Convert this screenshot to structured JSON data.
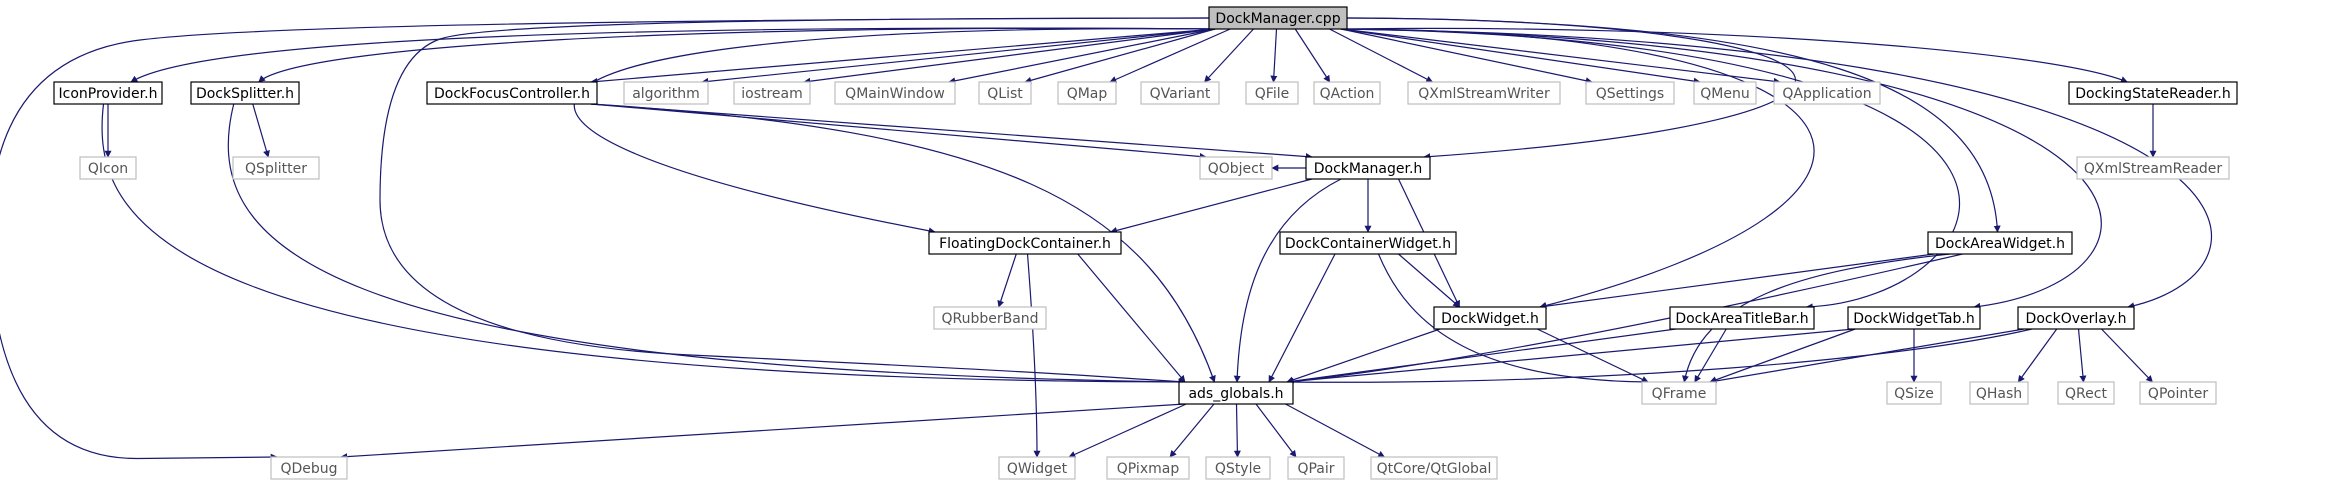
{
  "colors": {
    "edge": "#191970",
    "root_fill": "#bfbfbf",
    "node_border": "#000000",
    "external_border": "#bfbfbf",
    "external_text": "#555555"
  },
  "nodes": {
    "dockmanager_cpp": "DockManager.cpp",
    "iconprovider_h": "IconProvider.h",
    "docksplitter_h": "DockSplitter.h",
    "dockfocuscontroller_h": "DockFocusController.h",
    "algorithm": "algorithm",
    "iostream": "iostream",
    "qmainwindow": "QMainWindow",
    "qlist": "QList",
    "qmap": "QMap",
    "qvariant": "QVariant",
    "qfile": "QFile",
    "qaction": "QAction",
    "qxmlstreamwriter": "QXmlStreamWriter",
    "qsettings": "QSettings",
    "qmenu": "QMenu",
    "qapplication": "QApplication",
    "dockingstatereader_h": "DockingStateReader.h",
    "qicon": "QIcon",
    "qsplitter": "QSplitter",
    "qobject": "QObject",
    "dockmanager_h": "DockManager.h",
    "qxmlstreamreader": "QXmlStreamReader",
    "floatingdockcontainer_h": "FloatingDockContainer.h",
    "dockcontainerwidget_h": "DockContainerWidget.h",
    "dockareawidget_h": "DockAreaWidget.h",
    "qrubberband": "QRubberBand",
    "dockwidget_h": "DockWidget.h",
    "dockareatitlebar_h": "DockAreaTitleBar.h",
    "dockwidgettab_h": "DockWidgetTab.h",
    "dockoverlay_h": "DockOverlay.h",
    "ads_globals_h": "ads_globals.h",
    "qframe": "QFrame",
    "qsize": "QSize",
    "qhash": "QHash",
    "qrect": "QRect",
    "qpointer": "QPointer",
    "qdebug": "QDebug",
    "qwidget": "QWidget",
    "qpixmap": "QPixmap",
    "qstyle": "QStyle",
    "qpair": "QPair",
    "qtcore_qtglobal": "QtCore/QtGlobal"
  }
}
